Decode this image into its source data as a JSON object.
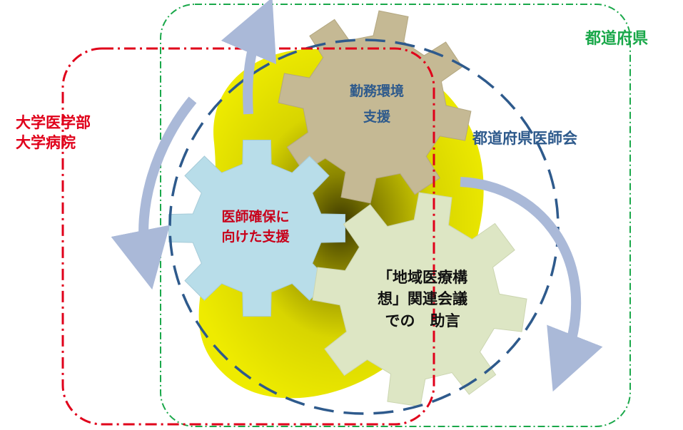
{
  "labels": {
    "prefecture": "都道府県",
    "university_line1": "大学医学部",
    "university_line2": "大学病院",
    "medical_association": "都道府県医師会",
    "gear_work_line1": "勤務環境",
    "gear_work_line2": "支援",
    "gear_doctor_line1": "医師確保に",
    "gear_doctor_line2": "向けた支援",
    "gear_regional_line1": "「地域医療構",
    "gear_regional_line2": "想」関連会議",
    "gear_regional_line3": "での　助言"
  },
  "colors": {
    "prefecture": "#1aa84a",
    "university": "#e0001a",
    "medical_association": "#2e5a8c",
    "gear_work": "#c5b994",
    "gear_doctor": "#b8dde9",
    "gear_regional": "#dde6c4",
    "center_blob": "#e9e600",
    "arrow": "#aab9d8"
  }
}
